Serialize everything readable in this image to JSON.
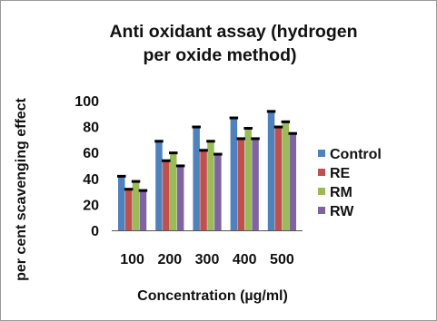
{
  "chart_data": {
    "type": "bar",
    "title_lines": [
      "Anti oxidant assay  (hydrogen",
      "per oxide method)"
    ],
    "xlabel": "Concentration (µg/ml)",
    "ylabel": "per cent scavenging effect",
    "categories": [
      "100",
      "200",
      "300",
      "400",
      "500"
    ],
    "ylim": [
      0,
      100
    ],
    "yticks": [
      "0",
      "20",
      "40",
      "60",
      "80",
      "100"
    ],
    "grid": false,
    "legend_position": "right",
    "error_caps": true,
    "series": [
      {
        "name": "Control",
        "color": "#4f81bd",
        "values": [
          41,
          68,
          79,
          86,
          91
        ]
      },
      {
        "name": "RE",
        "color": "#c0504d",
        "values": [
          31,
          53,
          61,
          70,
          79
        ]
      },
      {
        "name": "RM",
        "color": "#9bbb59",
        "values": [
          37,
          59,
          68,
          78,
          83
        ]
      },
      {
        "name": "RW",
        "color": "#8064a2",
        "values": [
          30,
          49,
          58,
          70,
          74
        ]
      }
    ]
  }
}
